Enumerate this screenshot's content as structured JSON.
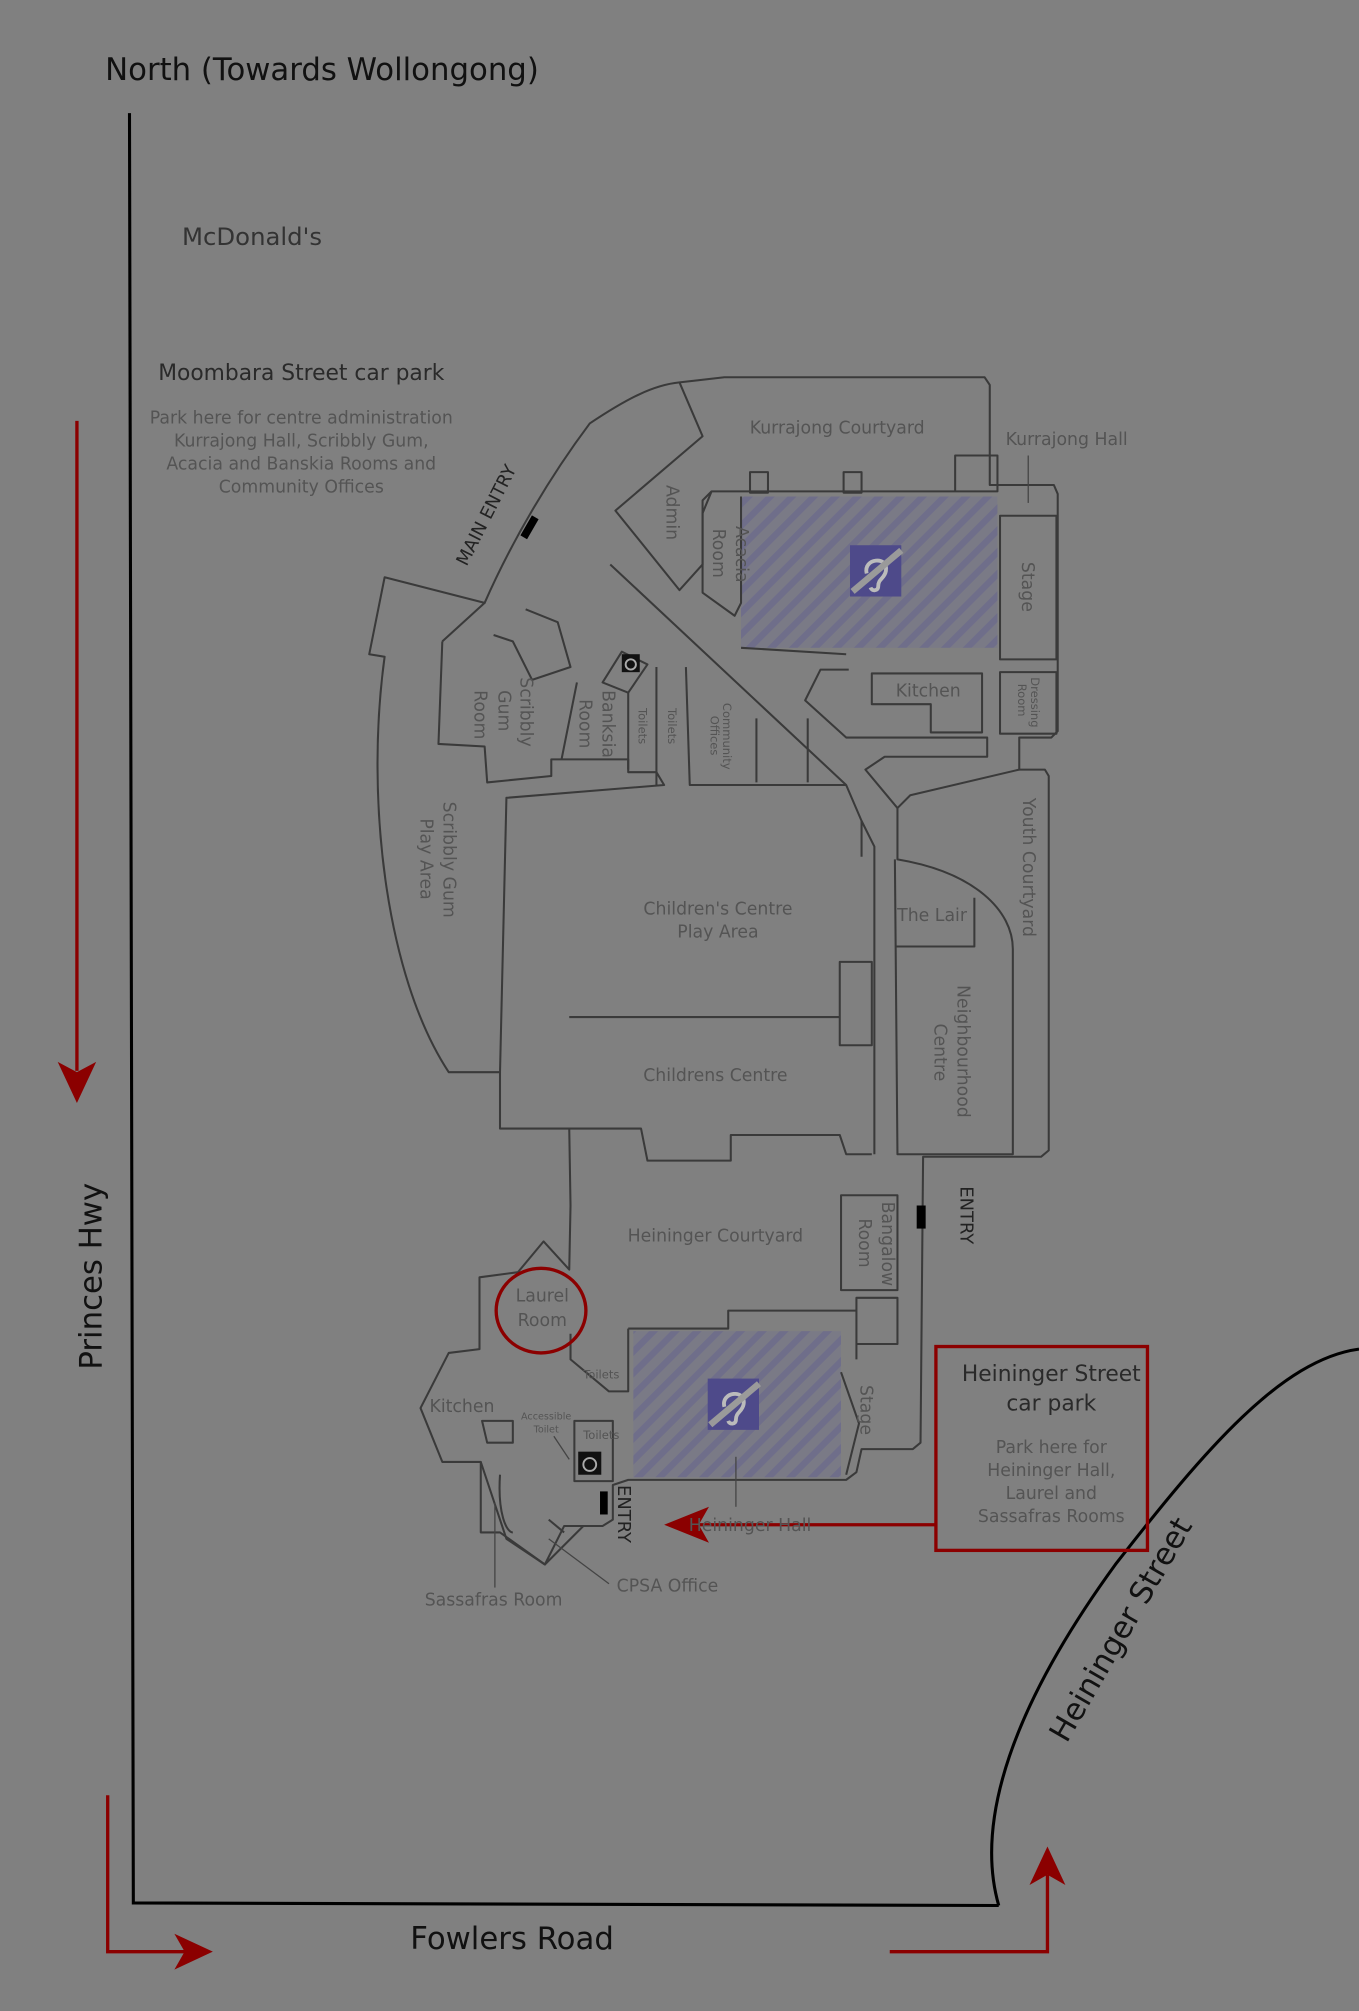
{
  "map": {
    "title": "North (Towards Wollongong)",
    "colors": {
      "background": "#808080",
      "route": "#8b0000",
      "hearing_loop": "#4e4a8a",
      "roads": "#000000"
    },
    "roads": {
      "princes_hwy": "Princes Hwy",
      "fowlers_road": "Fowlers Road",
      "heininger_street": "Heininger Street"
    },
    "landmarks": {
      "mcdonalds": "McDonald's"
    },
    "moombara_car_park": {
      "title": "Moombara Street car park",
      "lines": [
        "Park here for centre administration",
        "Kurrajong Hall, Scribbly Gum,",
        "Acacia and Banskia Rooms and",
        "Community Offices"
      ]
    },
    "heininger_car_park": {
      "title_lines": [
        "Heininger Street",
        "car park"
      ],
      "lines": [
        "Park here for",
        "Heininger Hall,",
        "Laurel and",
        "Sassafras Rooms"
      ]
    },
    "entries": {
      "main": "MAIN ENTRY",
      "east": "ENTRY",
      "south": "ENTRY"
    },
    "rooms": {
      "kurrajong_courtyard": "Kurrajong Courtyard",
      "kurrajong_hall": "Kurrajong Hall",
      "admin": "Admin",
      "acacia": [
        "Acacia",
        "Room"
      ],
      "stage_north": "Stage",
      "kitchen_north": "Kitchen",
      "dressing": [
        "Dressing",
        "Room"
      ],
      "scribbly_gum": [
        "Scribbly",
        "Gum",
        "Room"
      ],
      "banksia": [
        "Banksia",
        "Room"
      ],
      "toilets_1": "Toilets",
      "toilets_2": "Toilets",
      "community_offices": [
        "Community",
        "Offices"
      ],
      "scribbly_play": [
        "Scribbly Gum",
        "Play Area"
      ],
      "youth_courtyard": "Youth Courtyard",
      "childrens_play": [
        "Children's Centre",
        "Play Area"
      ],
      "the_lair": "The Lair",
      "neighbourhood": [
        "Neighbourhood",
        "Centre"
      ],
      "childrens_centre": "Childrens Centre",
      "heininger_courtyard": "Heininger Courtyard",
      "bangalow": [
        "Bangalow",
        "Room"
      ],
      "laurel": [
        "Laurel",
        "Room"
      ],
      "toilets_3": "Toilets",
      "toilets_4": "Toilets",
      "kitchen_south": "Kitchen",
      "accessible_toilet": [
        "Accessible",
        "Toilet"
      ],
      "stage_south": "Stage",
      "heininger_hall": "Heininger Hall",
      "cpsa_office": "CPSA Office",
      "sassafras": "Sassafras Room"
    }
  }
}
